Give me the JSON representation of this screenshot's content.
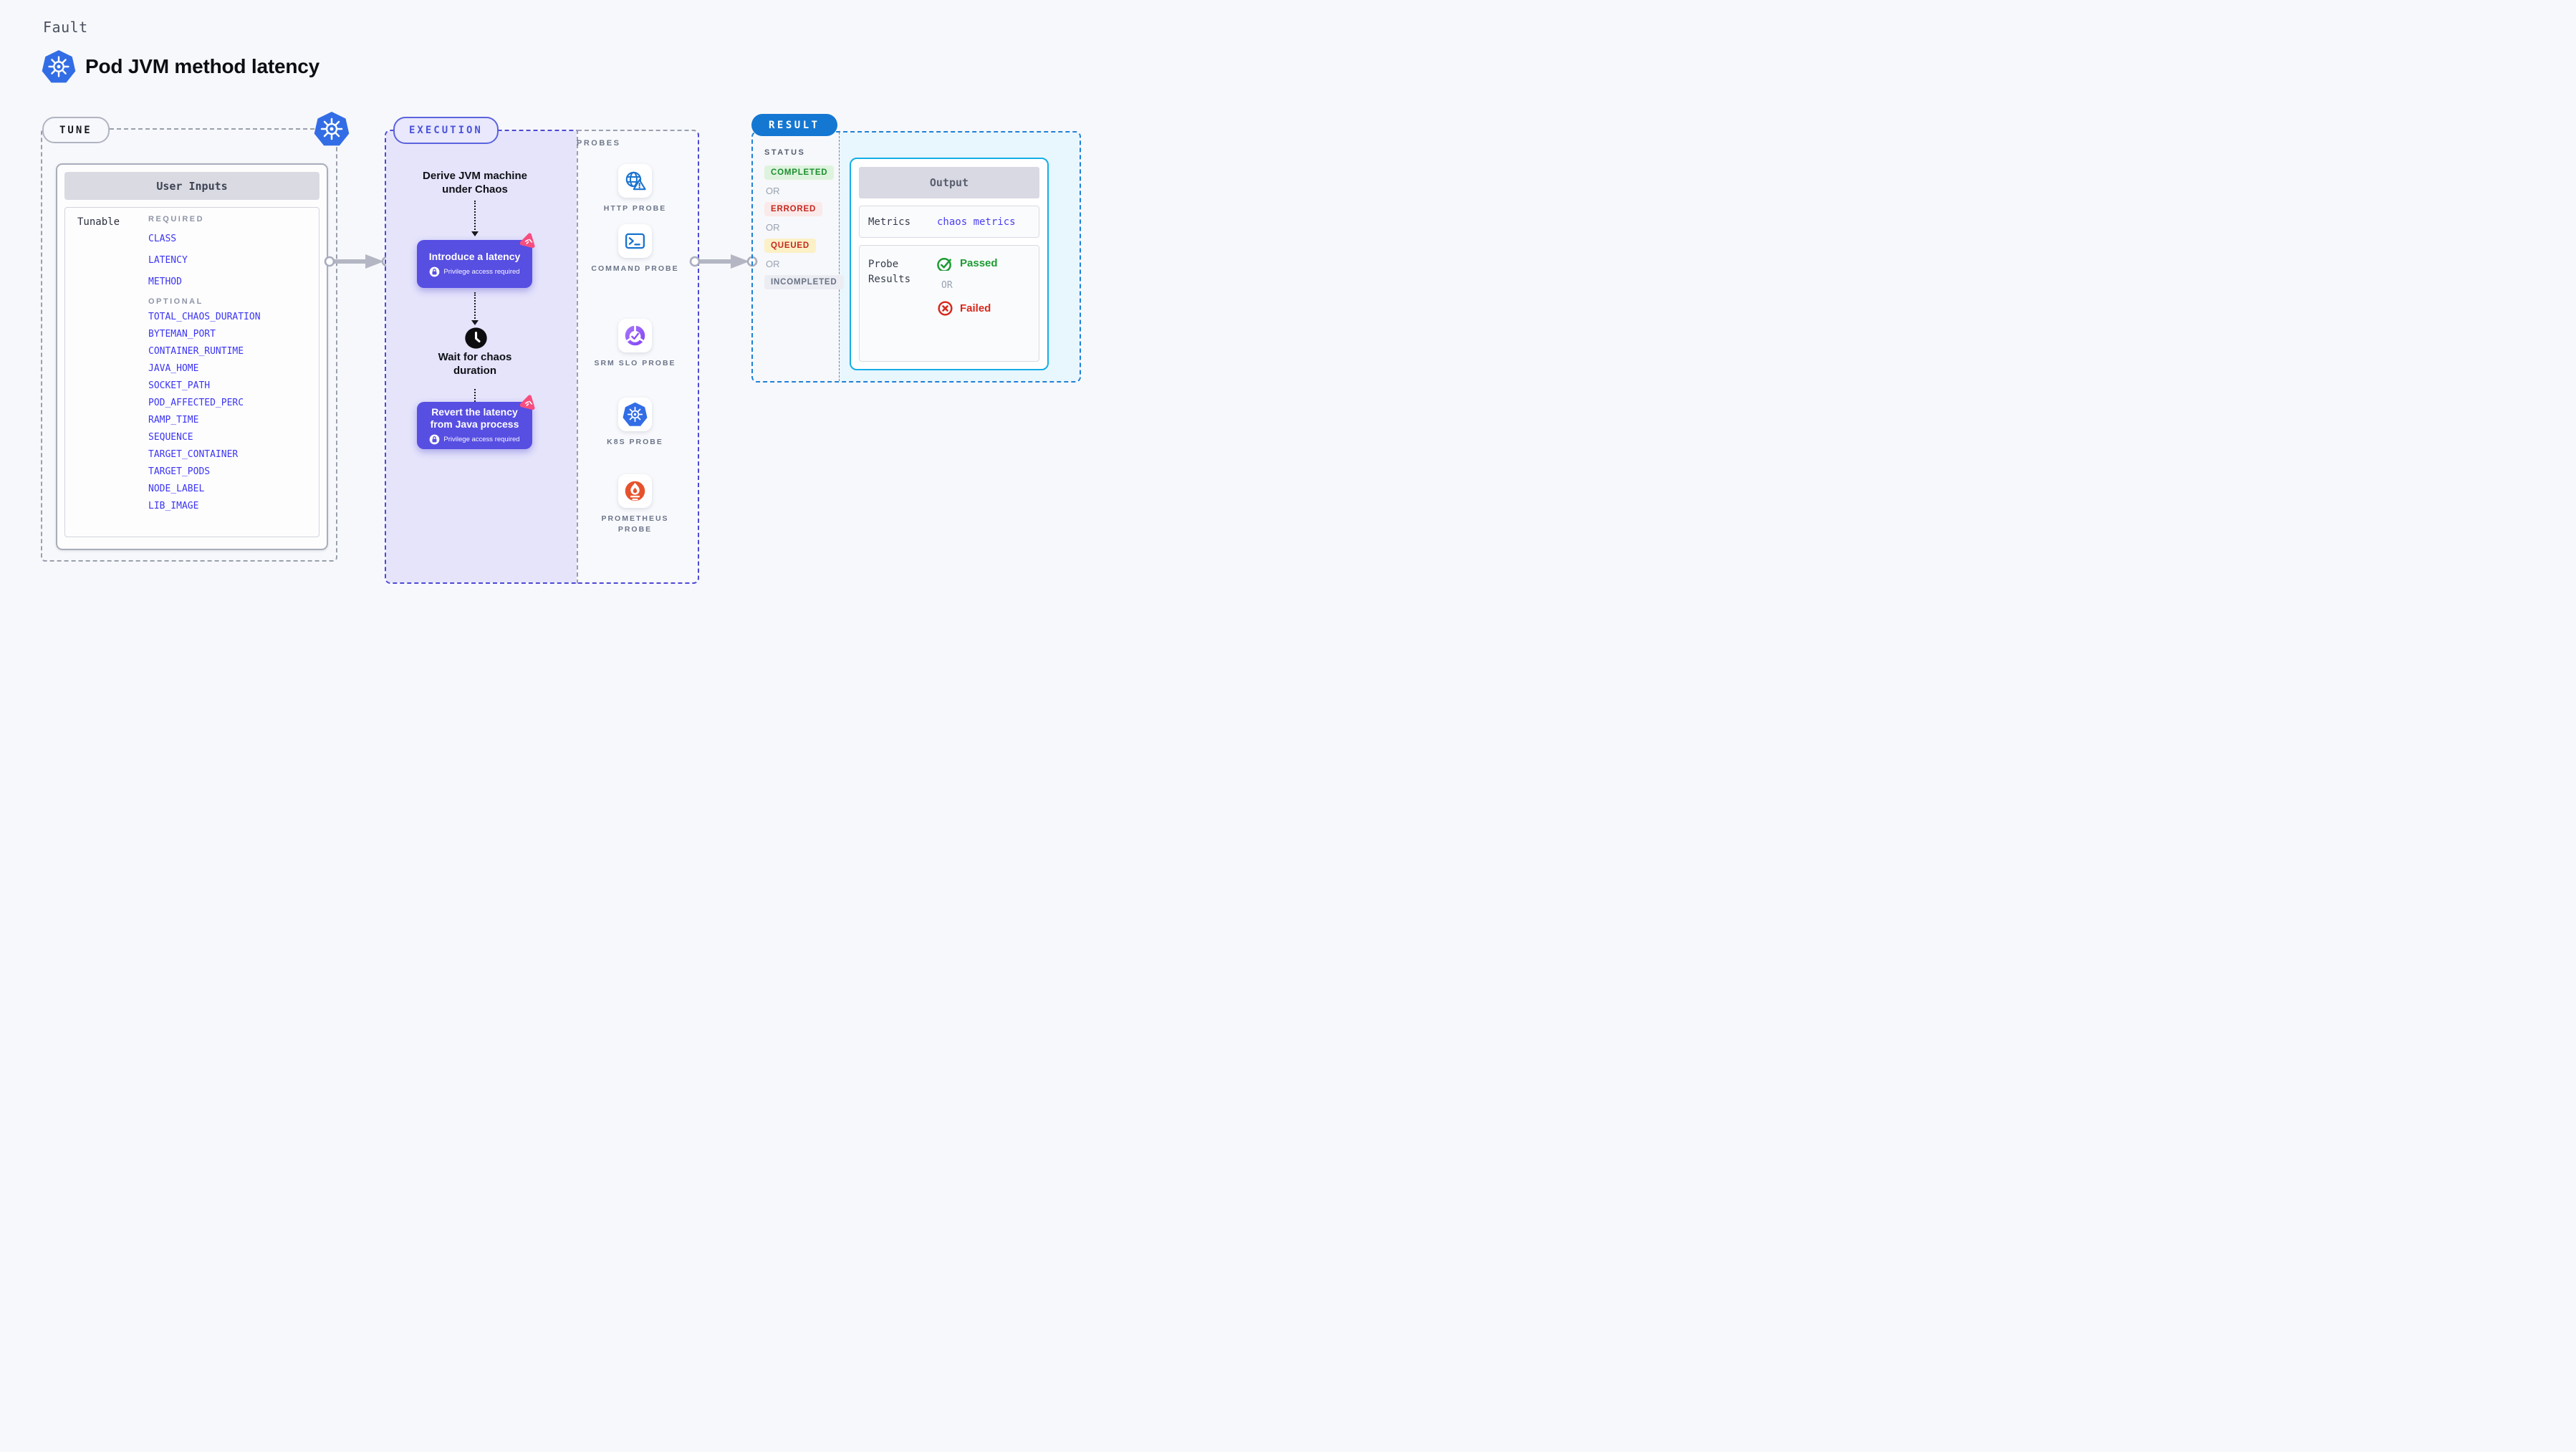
{
  "header": {
    "eyebrow": "Fault",
    "title": "Pod JVM method latency"
  },
  "tune": {
    "label": "TUNE",
    "card_title": "User Inputs",
    "row_label": "Tunable",
    "required_label": "REQUIRED",
    "required": [
      "CLASS",
      "LATENCY",
      "METHOD"
    ],
    "optional_label": "OPTIONAL",
    "optional": [
      "TOTAL_CHAOS_DURATION",
      "BYTEMAN_PORT",
      "CONTAINER_RUNTIME",
      "JAVA_HOME",
      "SOCKET_PATH",
      "POD_AFFECTED_PERC",
      "RAMP_TIME",
      "SEQUENCE",
      "TARGET_CONTAINER",
      "TARGET_PODS",
      "NODE_LABEL",
      "LIB_IMAGE"
    ]
  },
  "execution": {
    "label": "EXECUTION",
    "derive_title": "Derive JVM machine under Chaos",
    "node1_title": "Introduce a latency",
    "node1_subtitle": "Privilege access required",
    "wait_title": "Wait for chaos duration",
    "node2_title": "Revert the latency from Java process",
    "node2_subtitle": "Privilege access required"
  },
  "probes": {
    "label": "PROBES",
    "items": [
      {
        "name": "HTTP PROBE",
        "icon": "http-probe-icon"
      },
      {
        "name": "COMMAND PROBE",
        "icon": "command-probe-icon"
      },
      {
        "name": "SRM SLO PROBE",
        "icon": "srm-slo-probe-icon"
      },
      {
        "name": "K8S PROBE",
        "icon": "k8s-probe-icon"
      },
      {
        "name": "PROMETHEUS PROBE",
        "icon": "prometheus-probe-icon"
      }
    ]
  },
  "result": {
    "label": "RESULT",
    "status_label": "STATUS",
    "or_label": "OR",
    "statuses": [
      {
        "label": "COMPLETED",
        "text_color": "#1b8f2f",
        "bg_color": "#def3dd"
      },
      {
        "label": "ERRORED",
        "text_color": "#c4281f",
        "bg_color": "#fbeaea"
      },
      {
        "label": "QUEUED",
        "text_color": "#c4281f",
        "bg_color": "#fcf0c6"
      },
      {
        "label": "INCOMPLETED",
        "text_color": "#6a7284",
        "bg_color": "#ebedf3"
      }
    ],
    "output": {
      "title": "Output",
      "metrics_label": "Metrics",
      "metrics_value": "chaos metrics",
      "probe_results_label": "Probe Results",
      "passed_label": "Passed",
      "or_label": "OR",
      "failed_label": "Failed"
    }
  },
  "colors": {
    "k8s_blue": "#326de6",
    "accent_indigo": "#574ee2",
    "execution_border": "#4d49d6",
    "result_blue": "#1477d2",
    "output_border": "#14aee6",
    "param_blue": "#3c35f2",
    "chaos_pink": "#f74e7f",
    "prometheus_orange": "#e6522c",
    "probe_icon_blue": "#1a73cf",
    "passed_green": "#1d9b33",
    "failed_red": "#d8291c"
  }
}
